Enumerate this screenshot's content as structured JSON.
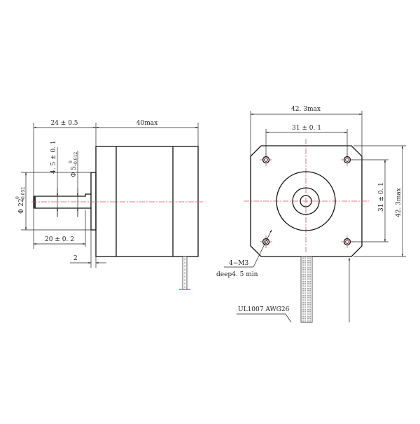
{
  "side_view": {
    "shaft_length_total": "24 ± 0.5",
    "body_length": "40max",
    "flat_depth": "4. 5 ± 0. 1",
    "shaft_diameter": "Φ 5.",
    "shaft_diameter_tol_upper": "0",
    "shaft_diameter_tol_lower": "-0.012",
    "boss_diameter": "Φ 22",
    "boss_diameter_tol_upper": "0",
    "boss_diameter_tol_lower": "-0.052",
    "shaft_length": "20 ± 0. 2",
    "boss_height": "2"
  },
  "front_view": {
    "width": "42. 3max",
    "hole_spacing_h": "31 ± 0. 1",
    "hole_spacing_v": "31 ± 0. 1",
    "height": "42. 3max",
    "hole_spec": "4−M3",
    "hole_depth": "deep4. 5 min",
    "cable_spec": "UL1007  AWG26"
  },
  "colors": {
    "centerline": "#e0506a",
    "lead_mark": "#d020c0"
  }
}
